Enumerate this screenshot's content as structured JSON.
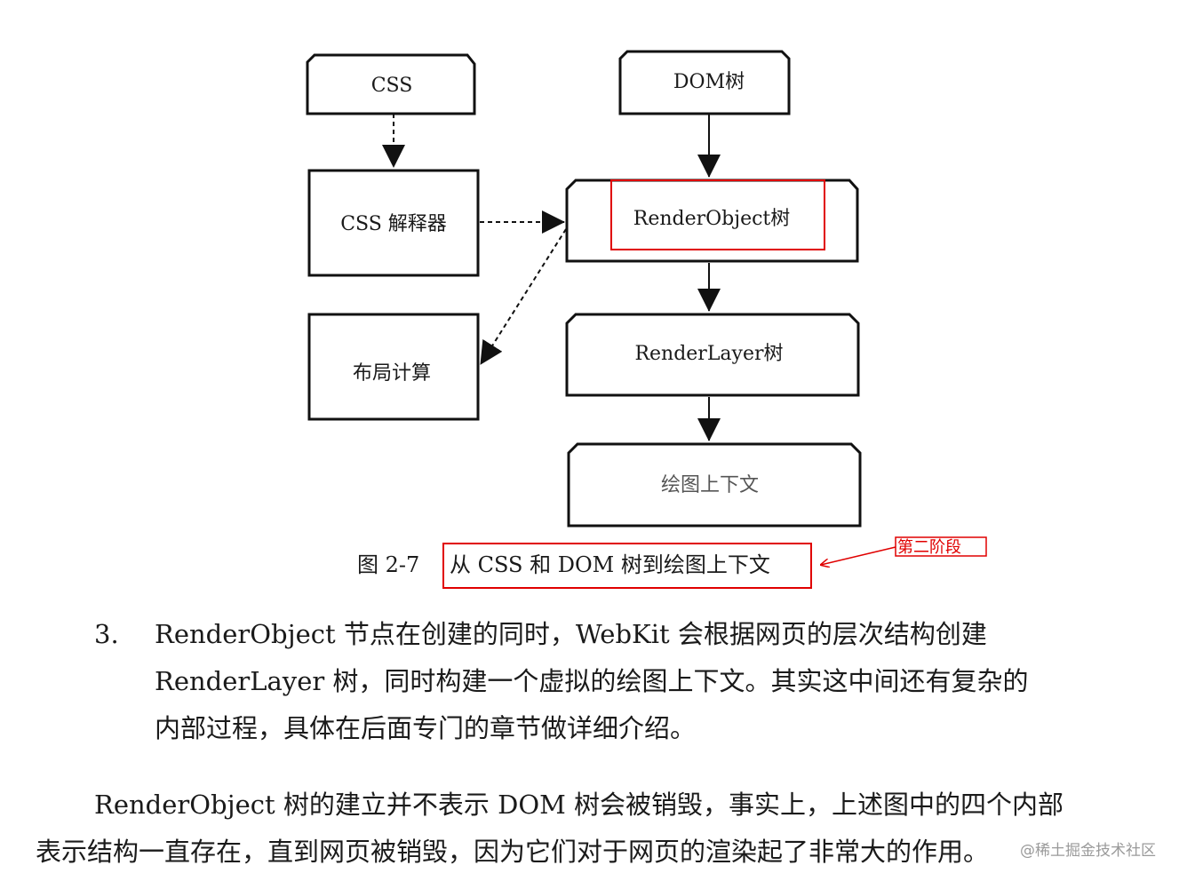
{
  "diagram": {
    "nodes": {
      "css": "CSS",
      "dom_tree": "DOM树",
      "css_interpreter": "CSS 解释器",
      "render_object_tree": "RenderObject树",
      "layout": "布局计算",
      "render_layer_tree": "RenderLayer树",
      "graphics_context": "绘图上下文"
    },
    "caption": {
      "number": "图 2-7",
      "title": "从 CSS 和 DOM 树到绘图上下文"
    },
    "annotation": "第二阶段",
    "colors": {
      "line": "#111111",
      "highlight": "#e00000"
    }
  },
  "body": {
    "list_item": {
      "number": "3.",
      "lines": [
        "RenderObject 节点在创建的同时，WebKit 会根据网页的层次结构创建",
        "RenderLayer 树，同时构建一个虚拟的绘图上下文。其实这中间还有复杂的",
        "内部过程，具体在后面专门的章节做详细介绍。"
      ]
    },
    "paragraph": {
      "lines": [
        "RenderObject 树的建立并不表示 DOM 树会被销毁，事实上，上述图中的四个内部",
        "表示结构一直存在，直到网页被销毁，因为它们对于网页的渲染起了非常大的作用。"
      ]
    }
  },
  "watermark": "@稀土掘金技术社区"
}
